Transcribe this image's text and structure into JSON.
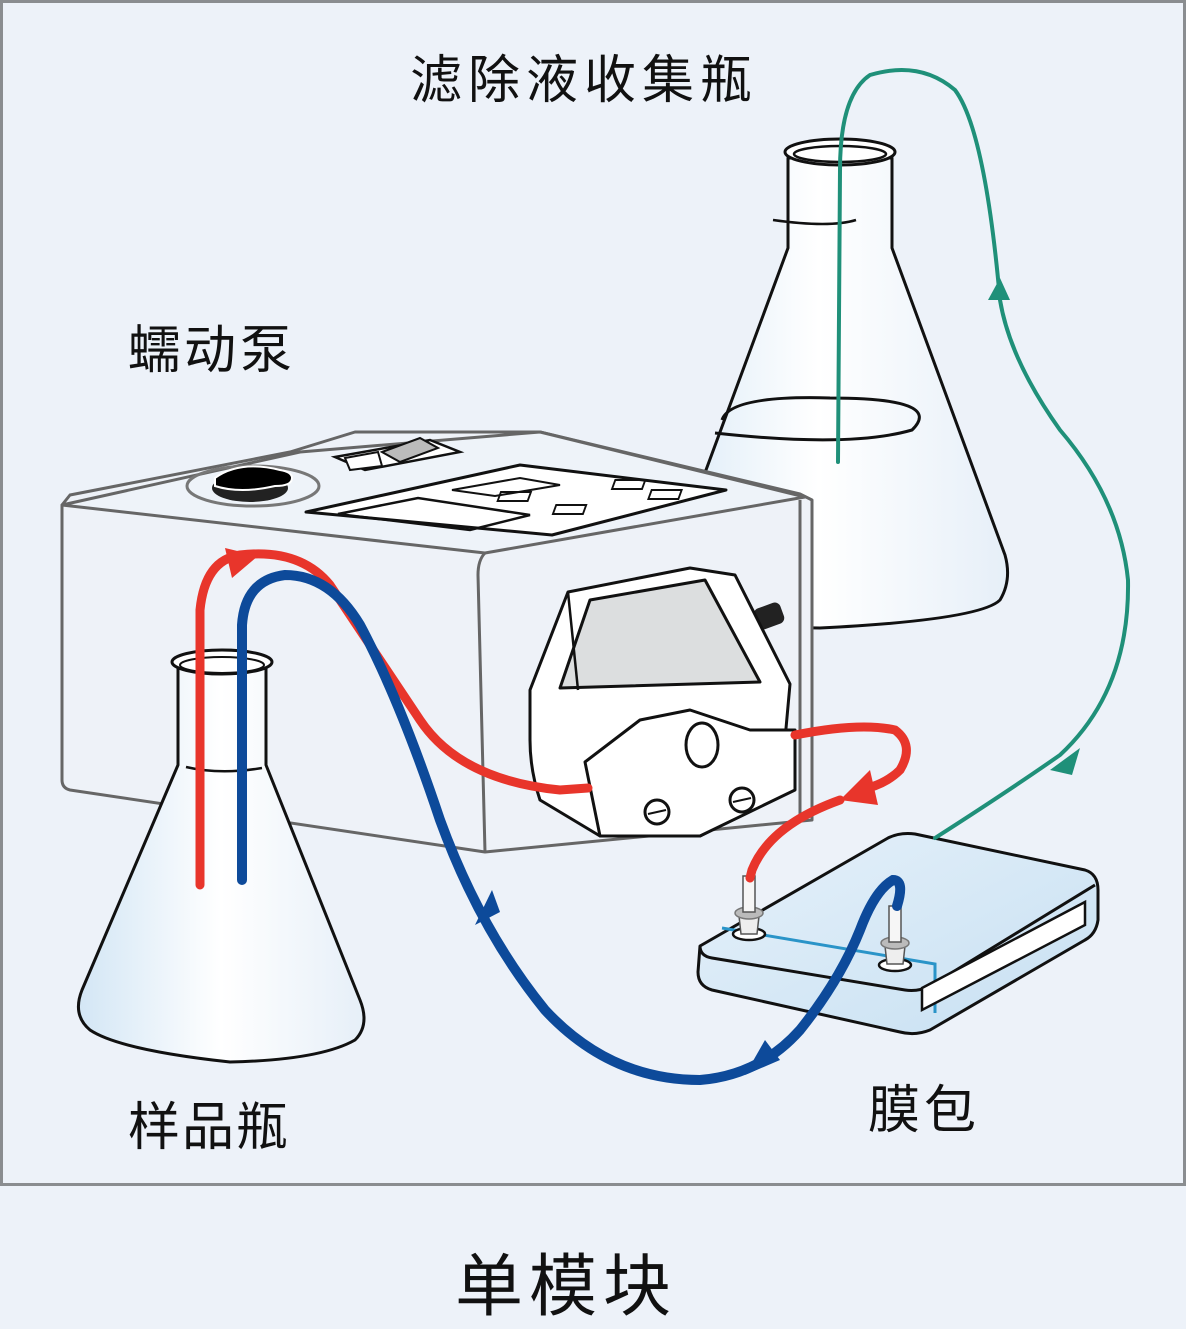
{
  "labels": {
    "filtrate_bottle": "滤除液收集瓶",
    "peristaltic_pump": "蠕动泵",
    "sample_bottle": "样品瓶",
    "membrane_cassette": "膜包",
    "caption": "单模块"
  },
  "colors": {
    "background": "#edf2f9",
    "frame": "#8a8d90",
    "feed_line": "#e8352b",
    "retentate_line": "#0d4a9a",
    "permeate_line": "#1f9079",
    "outline": "#111111",
    "pump_window": "#dcdedf",
    "cassette_seam": "#2a94c8"
  },
  "flows": [
    {
      "name": "feed",
      "from": "sample_bottle",
      "to": "membrane_cassette",
      "via": "peristaltic_pump",
      "color_key": "feed_line"
    },
    {
      "name": "retentate",
      "from": "membrane_cassette",
      "to": "sample_bottle",
      "color_key": "retentate_line"
    },
    {
      "name": "permeate",
      "from": "membrane_cassette",
      "to": "filtrate_bottle",
      "color_key": "permeate_line"
    }
  ]
}
